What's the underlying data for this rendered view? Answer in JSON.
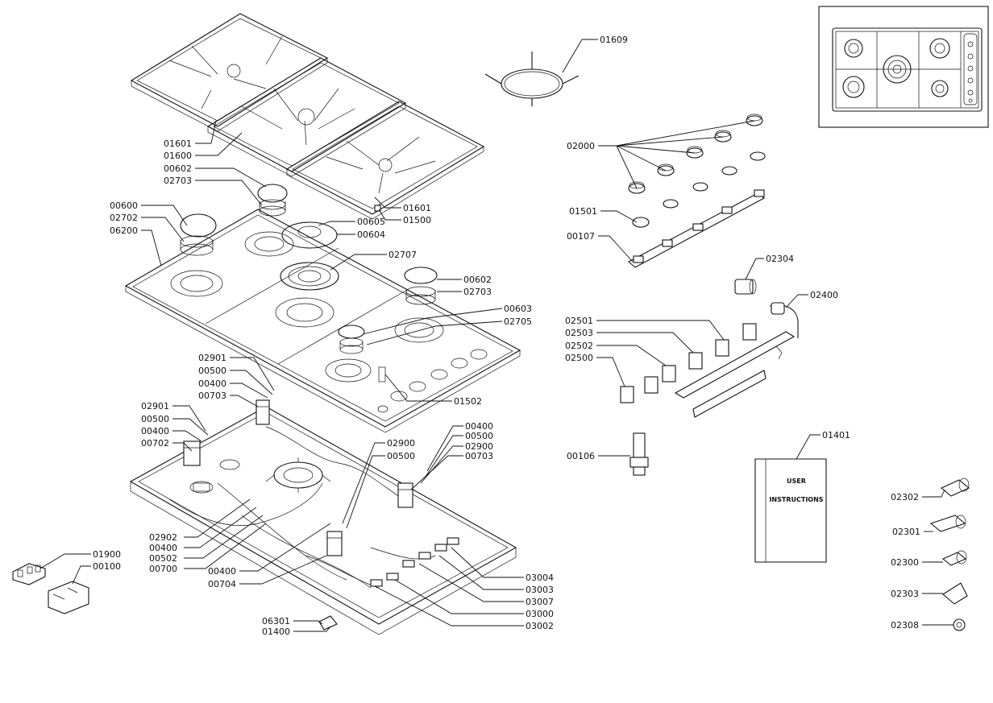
{
  "diagram": {
    "callouts": [
      "01601",
      "01600",
      "00602",
      "02703",
      "00600",
      "02702",
      "06200",
      "01601",
      "01500",
      "00605",
      "00604",
      "02707",
      "00602",
      "02703",
      "00603",
      "02705",
      "01502",
      "02901",
      "00500",
      "00400",
      "00703",
      "02901",
      "00500",
      "00400",
      "00702",
      "00400",
      "00500",
      "02900",
      "00703",
      "02900",
      "00500",
      "02902",
      "00400",
      "00502",
      "00700",
      "00400",
      "00704",
      "03004",
      "03003",
      "03007",
      "03000",
      "03002",
      "06301",
      "01400",
      "01900",
      "00100",
      "01609",
      "02000",
      "01501",
      "00107",
      "02304",
      "02400",
      "02501",
      "02503",
      "02502",
      "02500",
      "00106",
      "01401",
      "02302",
      "02301",
      "02300",
      "02303",
      "02308"
    ],
    "booklet": {
      "line1": "USER",
      "line2": "INSTRUCTIONS"
    },
    "inset": {
      "title": ""
    }
  }
}
